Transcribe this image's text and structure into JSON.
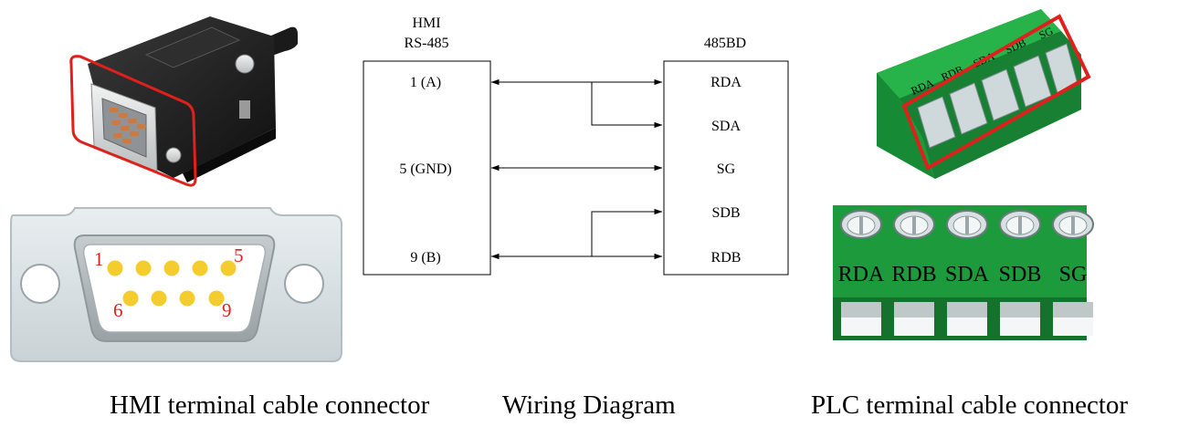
{
  "wiring": {
    "hmi_title_line1": "HMI",
    "hmi_title_line2": "RS-485",
    "plc_title": "485BD",
    "hmi_pins": [
      "1 (A)",
      "5 (GND)",
      "9 (B)"
    ],
    "plc_pins": [
      "RDA",
      "SDA",
      "SG",
      "SDB",
      "RDB"
    ]
  },
  "db9": {
    "pin_labels": {
      "top_left": "1",
      "top_right": "5",
      "bottom_left": "6",
      "bottom_right": "9"
    },
    "pin_color": "#f5cc2e",
    "label_color": "#e0201c"
  },
  "terminal_block": {
    "labels": [
      "RDA",
      "RDB",
      "SDA",
      "SDB",
      "SG"
    ],
    "body_color": "#1d9a3c",
    "highlight_color": "#e0201c"
  },
  "captions": {
    "hmi": "HMI terminal cable connector",
    "wiring": "Wiring Diagram",
    "plc": "PLC terminal cable connector"
  }
}
